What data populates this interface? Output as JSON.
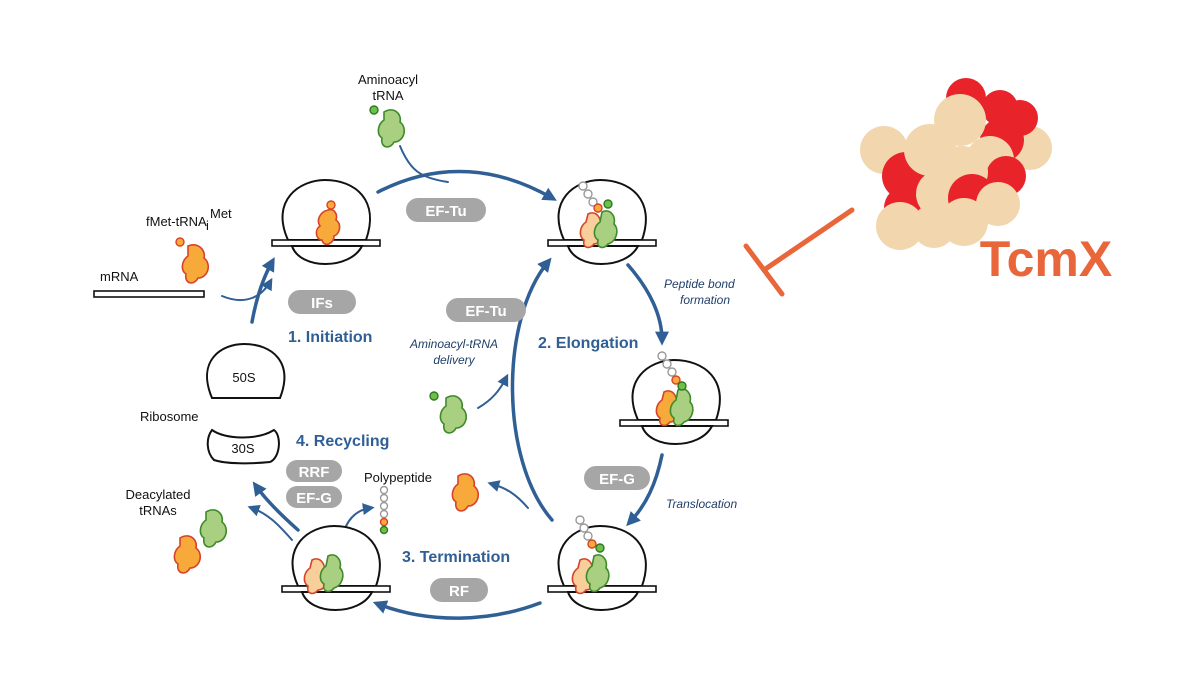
{
  "labels": {
    "aminoacyl_trna": [
      "Aminoacyl",
      "tRNA"
    ],
    "fmet_trna": "fMet-tRNA",
    "fmet_sub": "i",
    "fmet_sup": "Met",
    "mrna": "mRNA",
    "ribosome": "Ribosome",
    "s50": "50S",
    "s30": "30S",
    "deacylated": [
      "Deacylated",
      "tRNAs"
    ],
    "polypeptide": "Polypeptide",
    "peptide_bond": [
      "Peptide bond",
      "formation"
    ],
    "aminoacyl_delivery": [
      "Aminoacyl-tRNA",
      "delivery"
    ],
    "translocation": "Translocation"
  },
  "steps": {
    "initiation": "1. Initiation",
    "elongation": "2. Elongation",
    "termination": "3. Termination",
    "recycling": "4. Recycling"
  },
  "factors": {
    "eftu_top": "EF-Tu",
    "eftu_mid": "EF-Tu",
    "ifs": "IFs",
    "efg_right": "EF-G",
    "rrf": "RRF",
    "efg_left": "EF-G",
    "rf": "RF"
  },
  "inhibitor": {
    "name": "TcmX",
    "color": "#e8663a",
    "atom_colors": {
      "carbon": "#f2d6ae",
      "oxygen": "#e8242a"
    }
  },
  "colors": {
    "arrow": "#2f5f95",
    "pill": "#a6a6a6",
    "trna_orange": "#f7a93a",
    "trna_green": "#a9cf80"
  }
}
